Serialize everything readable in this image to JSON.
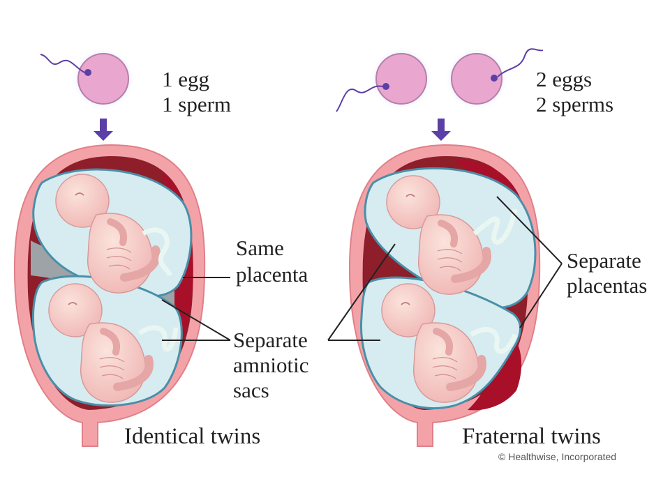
{
  "identical": {
    "cells_line1": "1 egg",
    "cells_line2": "1 sperm",
    "placenta_line1": "Same",
    "placenta_line2": "placenta",
    "title": "Identical twins"
  },
  "shared": {
    "sacs_line1": "Separate",
    "sacs_line2": "amniotic",
    "sacs_line3": "sacs"
  },
  "fraternal": {
    "cells_line1": "2 eggs",
    "cells_line2": "2 sperms",
    "placenta_line1": "Separate",
    "placenta_line2": "placentas",
    "title": "Fraternal twins"
  },
  "credit": "© Healthwise, Incorporated",
  "colors": {
    "egg": "#e9a6cf",
    "egg_glow": "#dfe6ff",
    "sperm": "#5b3fa6",
    "arrow": "#5b3fa6",
    "uterus_wall": "#f3a3a8",
    "placenta": "#a8102a",
    "sac_fill": "#d6ecf1",
    "sac_border": "#4a8fa8"
  }
}
